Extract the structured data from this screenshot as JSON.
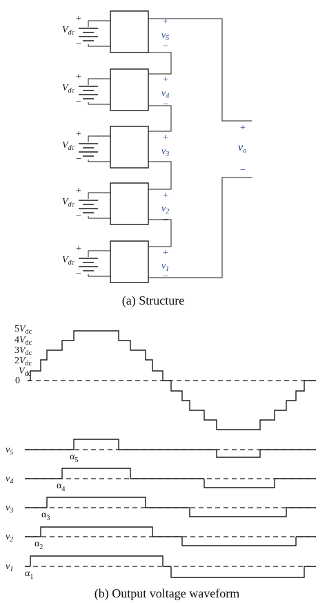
{
  "structure": {
    "cells": [
      {
        "source": "V",
        "source_sub": "dc",
        "out": "v",
        "out_sub": "5",
        "plus": "+",
        "minus": "−"
      },
      {
        "source": "V",
        "source_sub": "dc",
        "out": "v",
        "out_sub": "4",
        "plus": "+",
        "minus": "−"
      },
      {
        "source": "V",
        "source_sub": "dc",
        "out": "v",
        "out_sub": "3",
        "plus": "+",
        "minus": "−"
      },
      {
        "source": "V",
        "source_sub": "dc",
        "out": "v",
        "out_sub": "2",
        "plus": "+",
        "minus": "−"
      },
      {
        "source": "V",
        "source_sub": "dc",
        "out": "v",
        "out_sub": "1",
        "plus": "+",
        "minus": "−"
      }
    ],
    "output": {
      "label": "v",
      "label_sub": "o",
      "plus": "+",
      "minus": "−"
    },
    "caption": "(a) Structure"
  },
  "waveform": {
    "levels": [
      {
        "coef": "5",
        "sym": "V",
        "sub": "dc"
      },
      {
        "coef": "4",
        "sym": "V",
        "sub": "dc"
      },
      {
        "coef": "3",
        "sym": "V",
        "sub": "dc"
      },
      {
        "coef": "2",
        "sym": "V",
        "sub": "dc"
      },
      {
        "coef": "",
        "sym": "V",
        "sub": "dc"
      }
    ],
    "zero": "0",
    "cells": [
      {
        "v": "v",
        "v_sub": "5",
        "alpha": "α",
        "alpha_sub": "5"
      },
      {
        "v": "v",
        "v_sub": "4",
        "alpha": "α",
        "alpha_sub": "4"
      },
      {
        "v": "v",
        "v_sub": "3",
        "alpha": "α",
        "alpha_sub": "3"
      },
      {
        "v": "v",
        "v_sub": "2",
        "alpha": "α",
        "alpha_sub": "2"
      },
      {
        "v": "v",
        "v_sub": "1",
        "alpha": "α",
        "alpha_sub": "1"
      }
    ],
    "caption": "(b) Output voltage waveform"
  }
}
